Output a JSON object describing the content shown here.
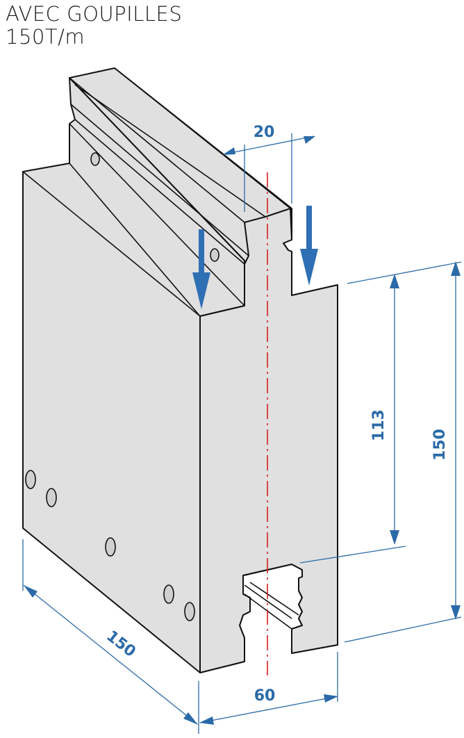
{
  "header": {
    "line1": "AVEC GOUPILLES",
    "line2": "150T/m"
  },
  "dimensions": {
    "top_width": "20",
    "height_inner": "113",
    "height_total": "150",
    "depth": "150",
    "bottom_width": "60"
  },
  "colors": {
    "body_fill": "#e0e0e0",
    "outline": "#111111",
    "dimension": "#2b6aa8",
    "arrow": "#2f6fb4",
    "axis": "#d61f1f"
  }
}
